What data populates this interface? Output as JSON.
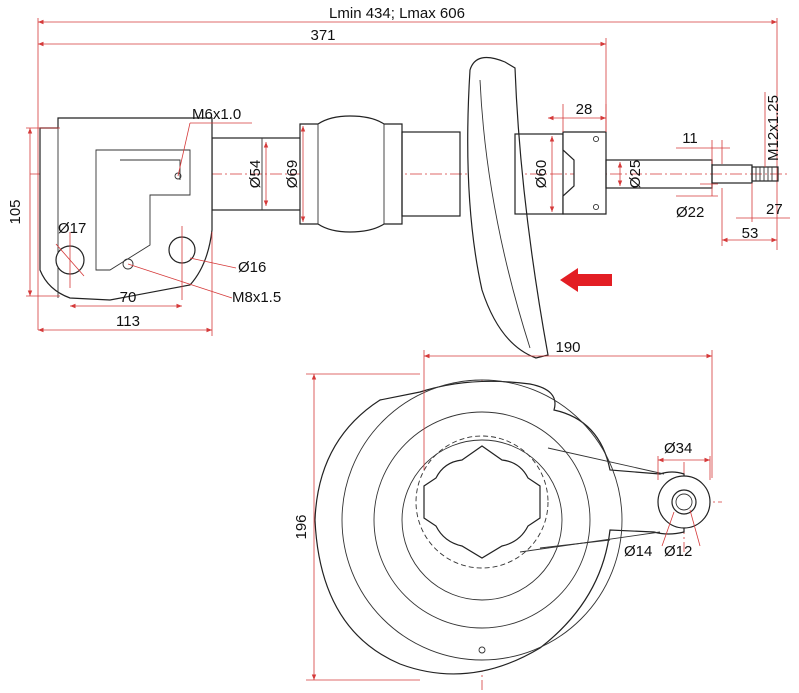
{
  "drawing": {
    "title": "Lmin 434; Lmax 606",
    "direction_arrow": "left-arrow-icon",
    "accent_color": "#e31e24",
    "dimension_color": "#d53a3a",
    "line_color": "#222222",
    "side_view": {
      "overall_width": "371",
      "mount_height": "105",
      "bolt_thread": "M6x1.0",
      "body_diameter": "Ø54",
      "boot_diameter": "Ø69",
      "tube_diameter": "Ø60",
      "rod_diameter": "Ø25",
      "flange_length": "28",
      "step_length": "11",
      "step_diameter": "Ø22",
      "top_thread": "M12x1.25",
      "thread_length": "27",
      "rod_length": "53",
      "lower_hole_diameter": "Ø17",
      "upper_hole_diameter": "Ø16",
      "hole_spacing": "70",
      "bracket_width": "113",
      "bracket_thread": "M8x1.5"
    },
    "plate_view": {
      "width": "190",
      "height": "196",
      "arm_outer_diameter": "Ø34",
      "arm_bore_diameter": "Ø14",
      "arm_hole_diameter": "Ø12"
    }
  }
}
